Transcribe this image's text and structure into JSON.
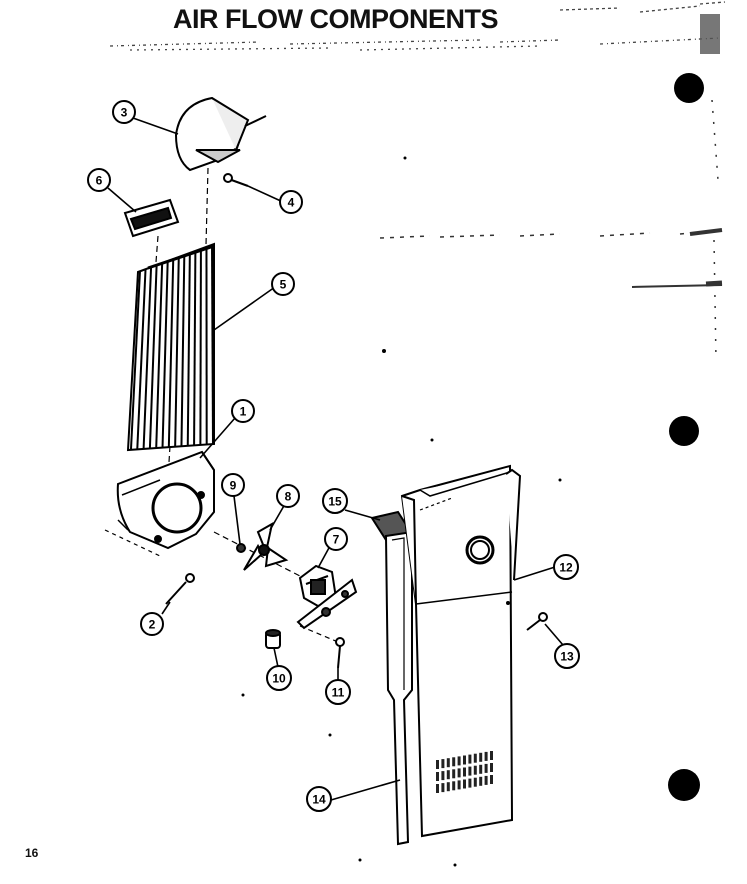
{
  "title": "AIR FLOW COMPONENTS",
  "page_number": "16",
  "callouts": [
    "1",
    "2",
    "3",
    "4",
    "5",
    "6",
    "7",
    "8",
    "9",
    "10",
    "11",
    "12",
    "13",
    "14",
    "15"
  ]
}
